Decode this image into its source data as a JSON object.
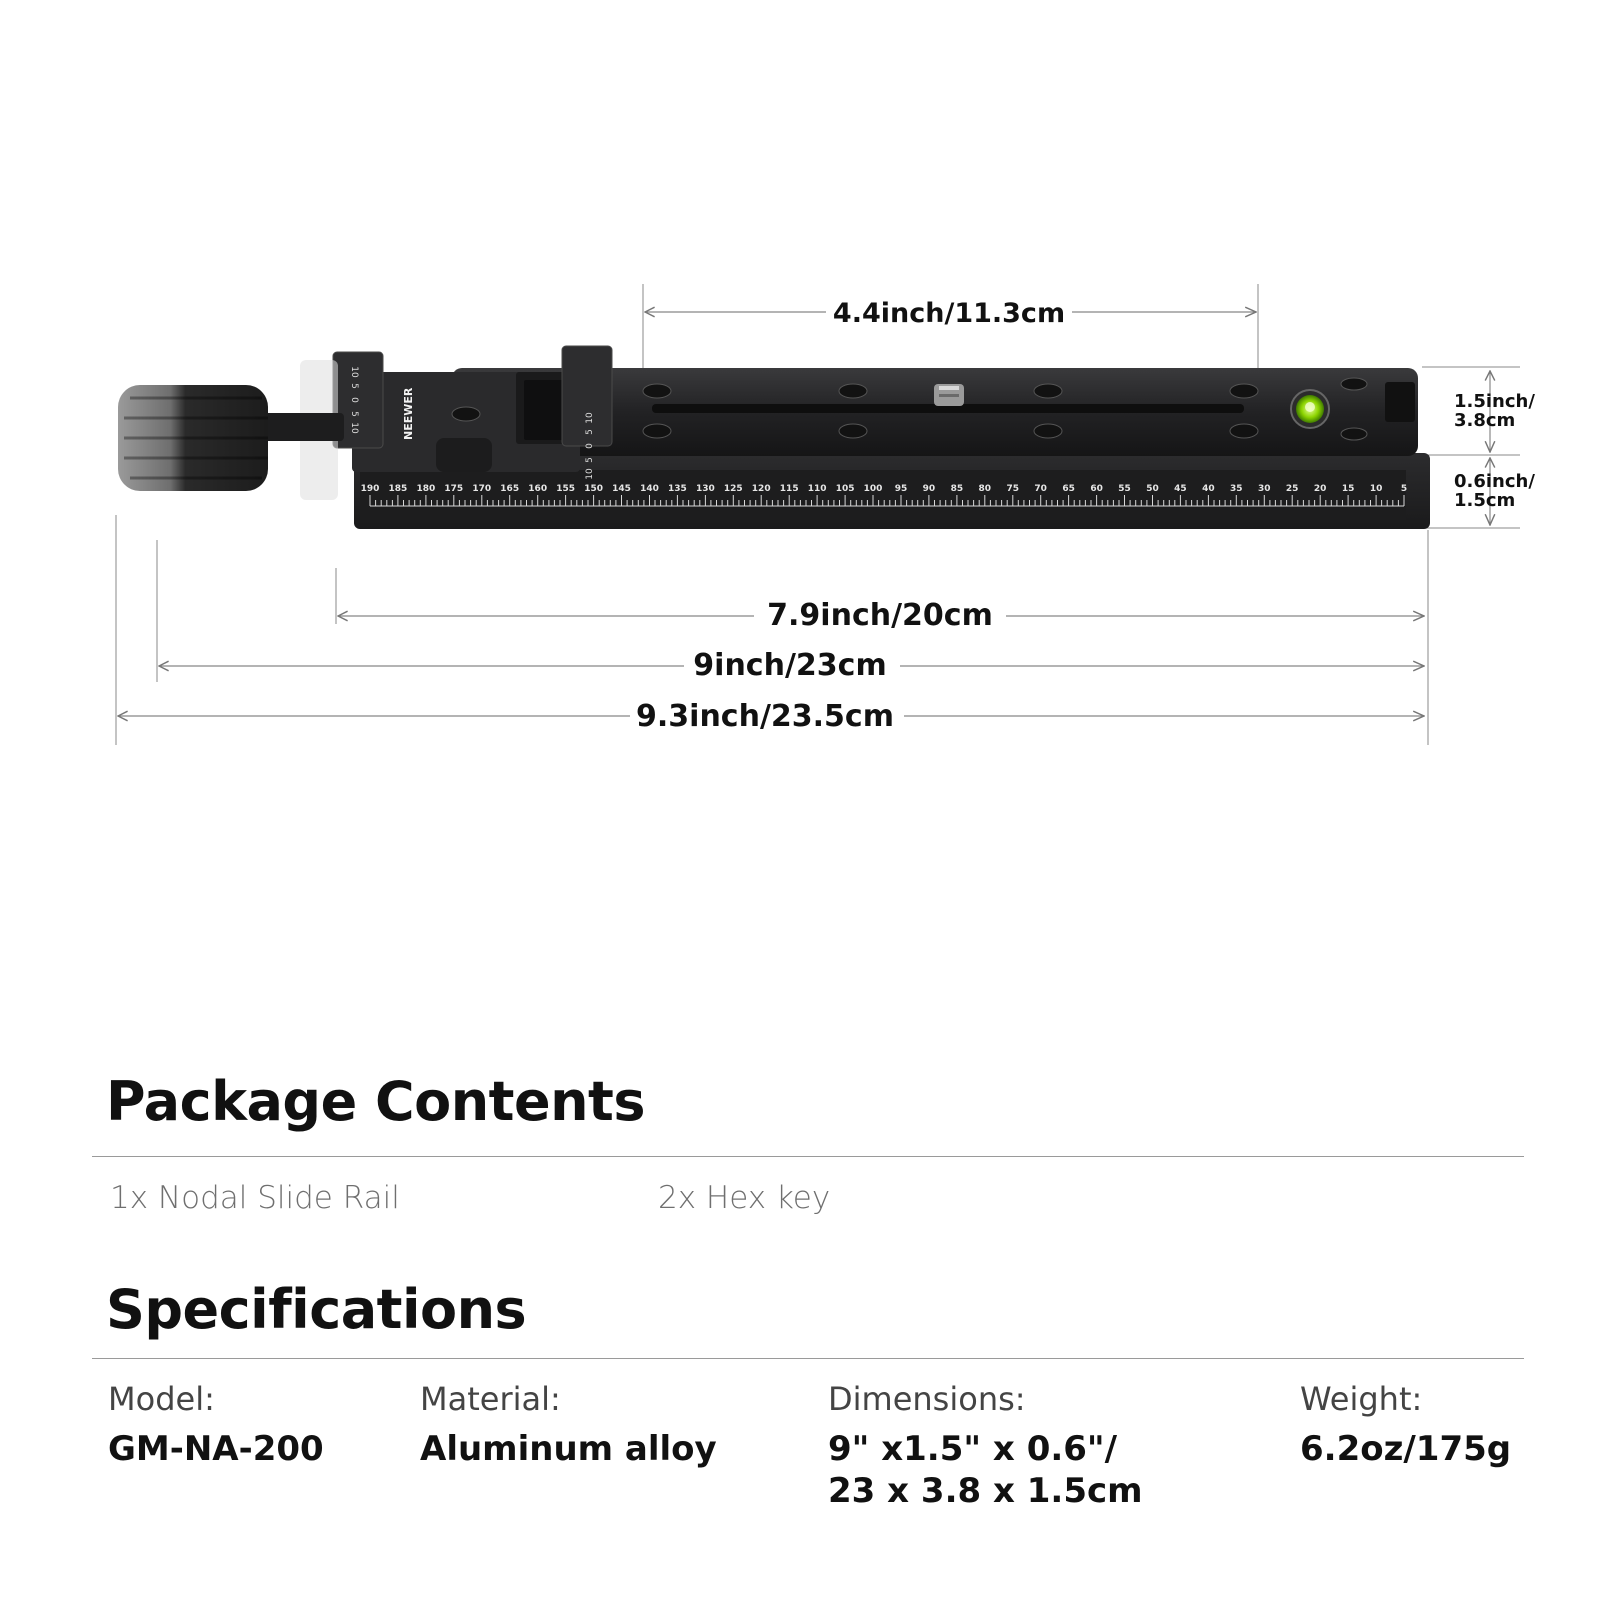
{
  "diagram": {
    "dims": {
      "hole_spacing": "4.4inch/11.3cm",
      "height_top_line1": "1.5inch/",
      "height_top_line2": "3.8cm",
      "height_bottom_line1": "0.6inch/",
      "height_bottom_line2": "1.5cm",
      "rail_length": "7.9inch/20cm",
      "body_length": "9inch/23cm",
      "total_length": "9.3inch/23.5cm"
    },
    "scale_labels": [
      "190",
      "185",
      "180",
      "175",
      "170",
      "165",
      "160",
      "155",
      "150",
      "145",
      "140",
      "135",
      "130",
      "125",
      "120",
      "115",
      "110",
      "105",
      "100",
      "95",
      "90",
      "85",
      "80",
      "75",
      "70",
      "65",
      "60",
      "55",
      "50",
      "45",
      "40",
      "35",
      "30",
      "25",
      "20",
      "15",
      "10",
      "5"
    ],
    "brand": "NEEWER",
    "dial_labels": [
      "10",
      "5",
      "0",
      "5",
      "10"
    ]
  },
  "package": {
    "title": "Package Contents",
    "items": [
      "1x  Nodal Slide Rail",
      "2x Hex key"
    ]
  },
  "specs": {
    "title": "Specifications",
    "model": {
      "label": "Model:",
      "value": "GM-NA-200"
    },
    "material": {
      "label": "Material:",
      "value": "Aluminum alloy"
    },
    "dimensions": {
      "label": "Dimensions:",
      "value_line1": "9\" x1.5\" x 0.6\"/",
      "value_line2": "23 x 3.8 x 1.5cm"
    },
    "weight": {
      "label": "Weight:",
      "value": "6.2oz/175g"
    }
  }
}
